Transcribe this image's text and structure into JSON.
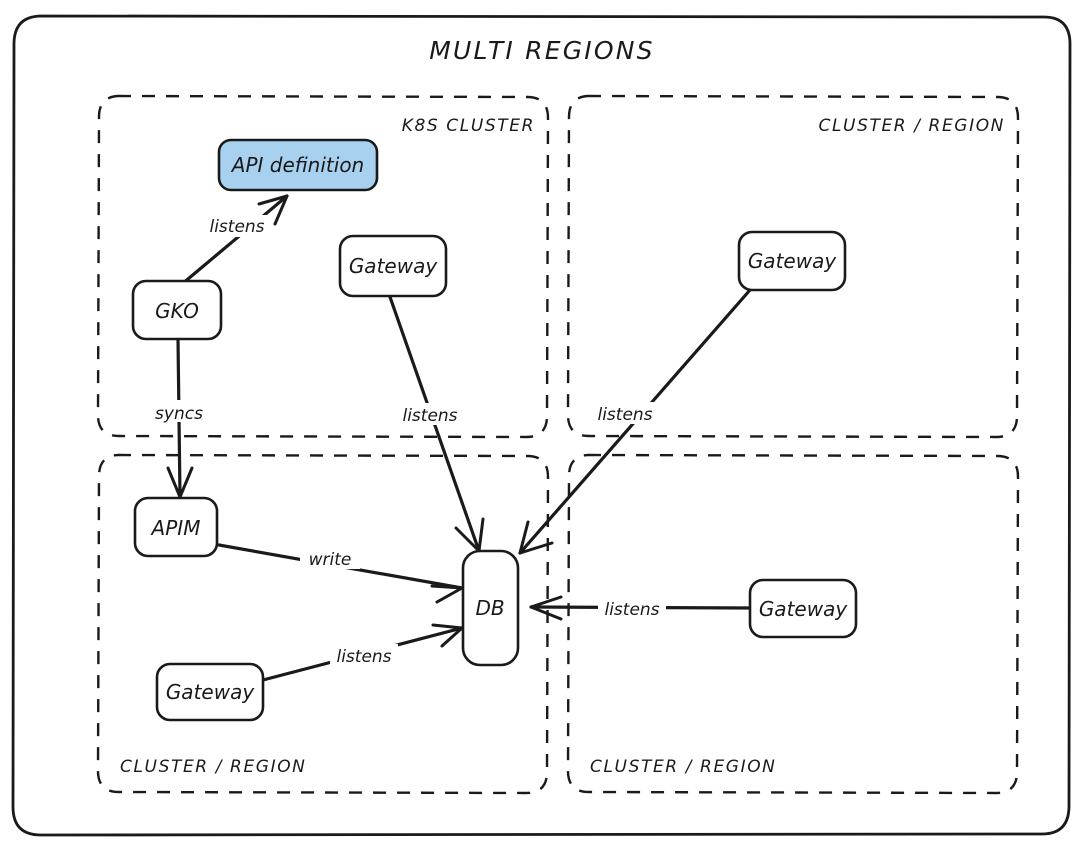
{
  "diagram": {
    "title": "MULTI REGIONS",
    "background_color": "#ffffff",
    "stroke_color": "#1a1a1a",
    "accent_color": "#a8d1f0",
    "style": "hand-drawn-excalidraw"
  },
  "clusters": [
    {
      "id": "k8s",
      "label": "K8S CLUSTER",
      "label_align": "top-right"
    },
    {
      "id": "region_top_right",
      "label": "CLUSTER / REGION",
      "label_align": "top-right"
    },
    {
      "id": "region_bottom_left",
      "label": "CLUSTER / REGION",
      "label_align": "bottom-left"
    },
    {
      "id": "region_bottom_right",
      "label": "CLUSTER / REGION",
      "label_align": "bottom-left"
    }
  ],
  "nodes": [
    {
      "id": "api_definition",
      "label": "API definition",
      "cluster": "k8s",
      "filled": true
    },
    {
      "id": "gko",
      "label": "GKO",
      "cluster": "k8s",
      "filled": false
    },
    {
      "id": "gateway_k8s",
      "label": "Gateway",
      "cluster": "k8s",
      "filled": false
    },
    {
      "id": "gateway_top_right",
      "label": "Gateway",
      "cluster": "region_top_right",
      "filled": false
    },
    {
      "id": "apim",
      "label": "APIM",
      "cluster": "region_bottom_left",
      "filled": false
    },
    {
      "id": "gateway_bottom_left",
      "label": "Gateway",
      "cluster": "region_bottom_left",
      "filled": false
    },
    {
      "id": "db",
      "label": "DB",
      "cluster": "region_bottom_left",
      "filled": false
    },
    {
      "id": "gateway_bottom_right",
      "label": "Gateway",
      "cluster": "region_bottom_right",
      "filled": false
    }
  ],
  "edges": [
    {
      "id": "gko-api",
      "from": "gko",
      "to": "api_definition",
      "label": "listens",
      "arrow": true
    },
    {
      "id": "gko-apim",
      "from": "gko",
      "to": "apim",
      "label": "syncs",
      "arrow": true
    },
    {
      "id": "gwk8s-db",
      "from": "gateway_k8s",
      "to": "db",
      "label": "listens",
      "arrow": true
    },
    {
      "id": "gwtr-db",
      "from": "gateway_top_right",
      "to": "db",
      "label": "listens",
      "arrow": true
    },
    {
      "id": "apim-db",
      "from": "apim",
      "to": "db",
      "label": "write",
      "arrow": true
    },
    {
      "id": "gwbl-db",
      "from": "gateway_bottom_left",
      "to": "db",
      "label": "listens",
      "arrow": true
    },
    {
      "id": "gwbr-db",
      "from": "gateway_bottom_right",
      "to": "db",
      "label": "listens",
      "arrow": true
    }
  ]
}
